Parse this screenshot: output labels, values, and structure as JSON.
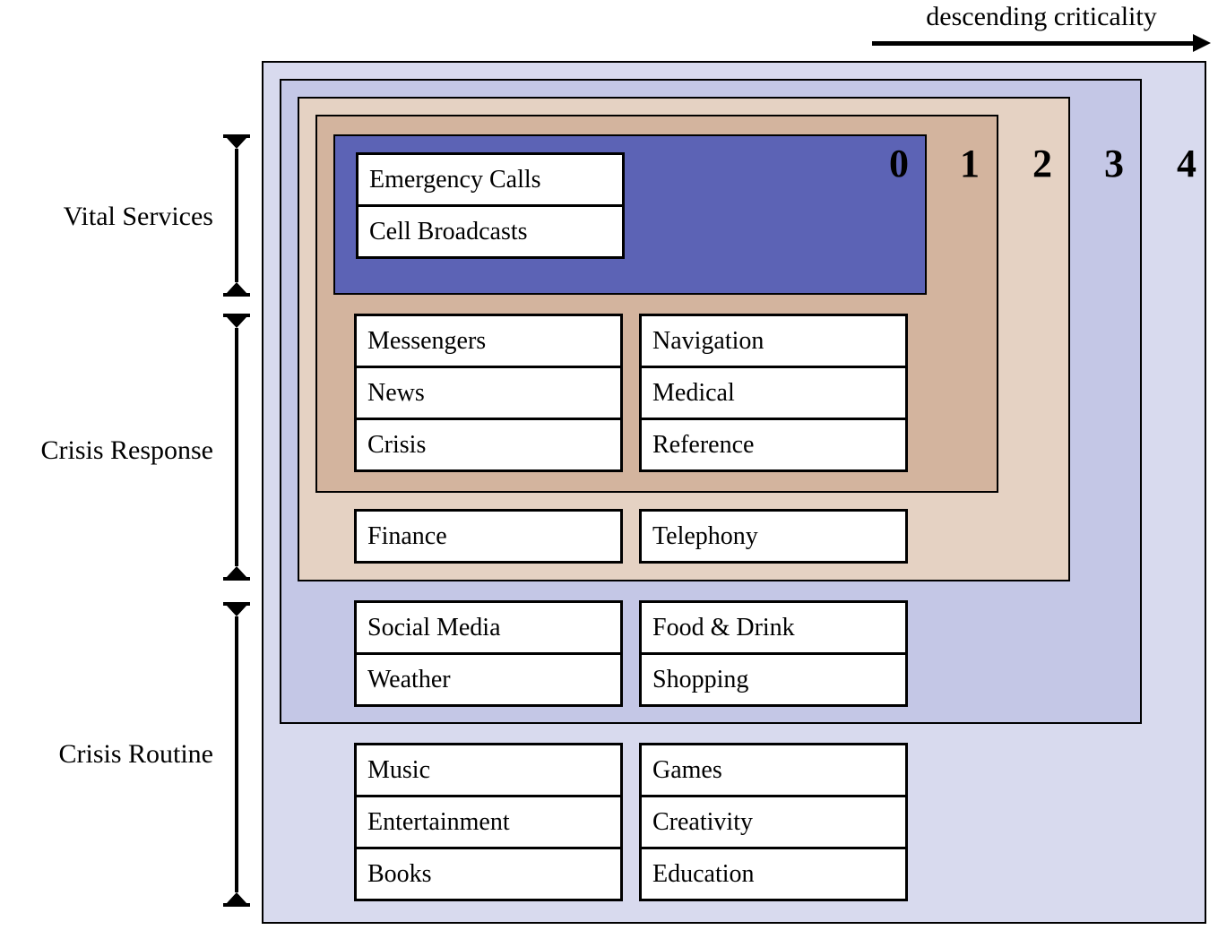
{
  "caption": {
    "text": "descending criticality"
  },
  "colors": {
    "level0": "#5c63b5",
    "level1": "#d3b49e",
    "level2": "#e5d2c3",
    "level3": "#c4c7e6",
    "level4": "#d8daee",
    "border": "#000000",
    "category_fill": "#ffffff"
  },
  "groups": [
    {
      "label": "Vital Services"
    },
    {
      "label": "Crisis Response"
    },
    {
      "label": "Crisis Routine"
    }
  ],
  "levels": [
    {
      "number": "0",
      "columns": [
        {
          "items": [
            "Emergency Calls",
            "Cell Broadcasts"
          ]
        }
      ]
    },
    {
      "number": "1",
      "columns": [
        {
          "items": [
            "Messengers",
            "News",
            "Crisis"
          ]
        },
        {
          "items": [
            "Navigation",
            "Medical",
            "Reference"
          ]
        }
      ]
    },
    {
      "number": "2",
      "columns": [
        {
          "items": [
            "Finance"
          ]
        },
        {
          "items": [
            "Telephony"
          ]
        }
      ]
    },
    {
      "number": "3",
      "columns": [
        {
          "items": [
            "Social Media",
            "Weather"
          ]
        },
        {
          "items": [
            "Food & Drink",
            "Shopping"
          ]
        }
      ]
    },
    {
      "number": "4",
      "columns": [
        {
          "items": [
            "Music",
            "Entertainment",
            "Books"
          ]
        },
        {
          "items": [
            "Games",
            "Creativity",
            "Education"
          ]
        }
      ]
    }
  ]
}
